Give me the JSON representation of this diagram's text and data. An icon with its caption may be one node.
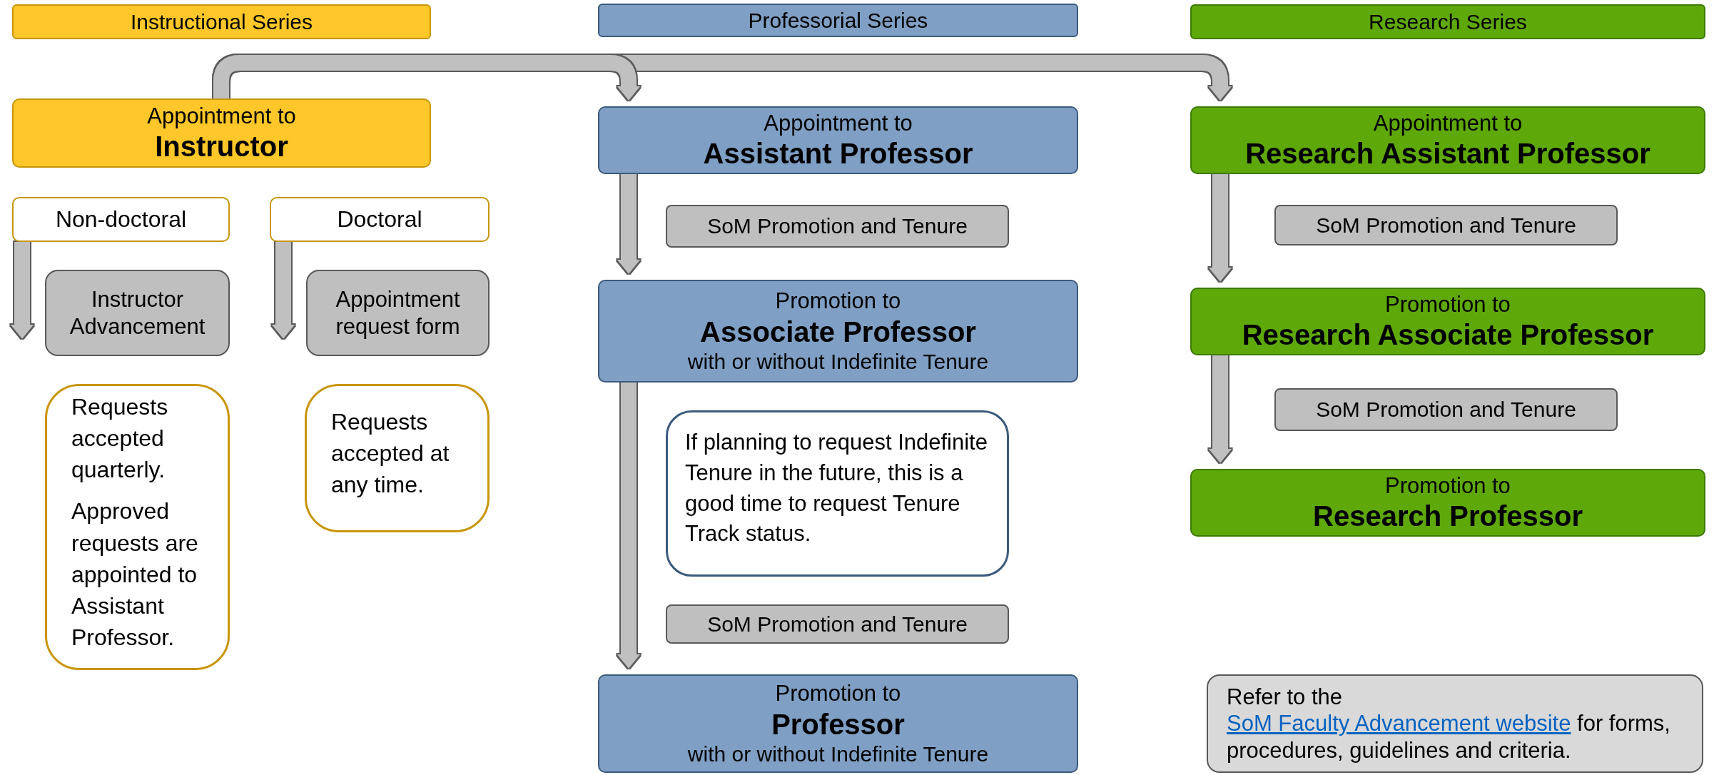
{
  "diagram": {
    "nodes": [
      {
        "text": [
          "Instructional Series"
        ]
      },
      {
        "text": [
          "Professorial Series"
        ]
      },
      {
        "text": [
          "Research Series"
        ]
      },
      {
        "text": [
          "Appointment to",
          "Instructor"
        ]
      },
      {
        "text": [
          "Appointment to",
          "Assistant Professor"
        ]
      },
      {
        "text": [
          "Appointment to",
          "Research Assistant Professor"
        ]
      },
      {
        "text": [
          "Non-doctoral"
        ]
      },
      {
        "text": [
          "Doctoral"
        ]
      },
      {
        "text": [
          "Instructor Advancement"
        ]
      },
      {
        "text": [
          "Appointment request form"
        ]
      },
      {
        "text": [
          "Requests accepted quarterly.",
          "Approved requests are appointed to Assistant Professor."
        ]
      },
      {
        "text": [
          "Requests accepted at any time."
        ]
      },
      {
        "text": [
          "SoM Promotion and Tenure"
        ]
      },
      {
        "text": [
          "Promotion to",
          "Associate Professor",
          "with or without Indefinite Tenure"
        ]
      },
      {
        "text": [
          "If planning to request Indefinite Tenure in the future, this is a good time to request Tenure Track status."
        ]
      },
      {
        "text": [
          "SoM Promotion and Tenure"
        ]
      },
      {
        "text": [
          "Promotion to",
          "Professor",
          "with or without Indefinite Tenure"
        ]
      },
      {
        "text": [
          "SoM Promotion and Tenure"
        ]
      },
      {
        "text": [
          "Promotion to",
          "Research Associate Professor"
        ]
      },
      {
        "text": [
          "SoM Promotion and Tenure"
        ]
      },
      {
        "text": [
          "Promotion to",
          "Research Professor"
        ]
      },
      {
        "text": [
          "Refer to the SoM Faculty Advancement website for forms, procedures, guidelines and criteria."
        ]
      }
    ],
    "edges": [
      {
        "from": 3,
        "to": 4,
        "arrow": "to"
      },
      {
        "from": 3,
        "to": 5,
        "arrow": "to"
      },
      {
        "from": 6,
        "to": 8,
        "arrow": "to"
      },
      {
        "from": 7,
        "to": 9,
        "arrow": "to"
      },
      {
        "from": 4,
        "to": 13,
        "arrow": "to"
      },
      {
        "from": 13,
        "to": 16,
        "arrow": "to"
      },
      {
        "from": 5,
        "to": 18,
        "arrow": "to"
      },
      {
        "from": 18,
        "to": 20,
        "arrow": "to"
      }
    ]
  }
}
